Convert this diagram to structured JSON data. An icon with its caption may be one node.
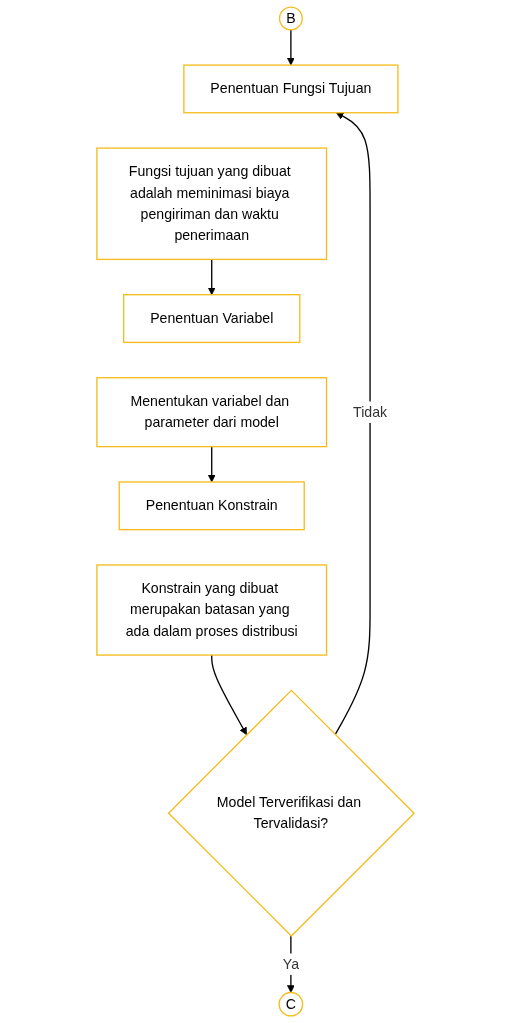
{
  "diagram": {
    "nodes": [
      {
        "text": [
          "B"
        ]
      },
      {
        "text": [
          "Penentuan Fungsi Tujuan"
        ]
      },
      {
        "text": [
          "Fungsi tujuan yang dibuat adalah meminimasi biaya pengiriman dan waktu penerimaan"
        ]
      },
      {
        "text": [
          "Penentuan Variabel"
        ]
      },
      {
        "text": [
          "Menentukan variabel dan parameter dari model"
        ]
      },
      {
        "text": [
          "Penentuan Konstrain"
        ]
      },
      {
        "text": [
          "Konstrain yang dibuat merupakan batasan yang ada dalam proses distribusi"
        ]
      },
      {
        "text": [
          "Model Terverifikasi dan Tervalidasi?"
        ]
      },
      {
        "text": [
          "C"
        ]
      }
    ],
    "edges": [
      {
        "from": 0,
        "to": 1,
        "arrow": "to"
      },
      {
        "from": 2,
        "to": 3,
        "arrow": "to"
      },
      {
        "from": 4,
        "to": 5,
        "arrow": "to"
      },
      {
        "from": 6,
        "to": 7,
        "arrow": "to"
      },
      {
        "from": 7,
        "to": 1,
        "arrow": "to",
        "label": "Tidak"
      },
      {
        "from": 7,
        "to": 8,
        "arrow": "to",
        "label": "Ya"
      }
    ]
  }
}
